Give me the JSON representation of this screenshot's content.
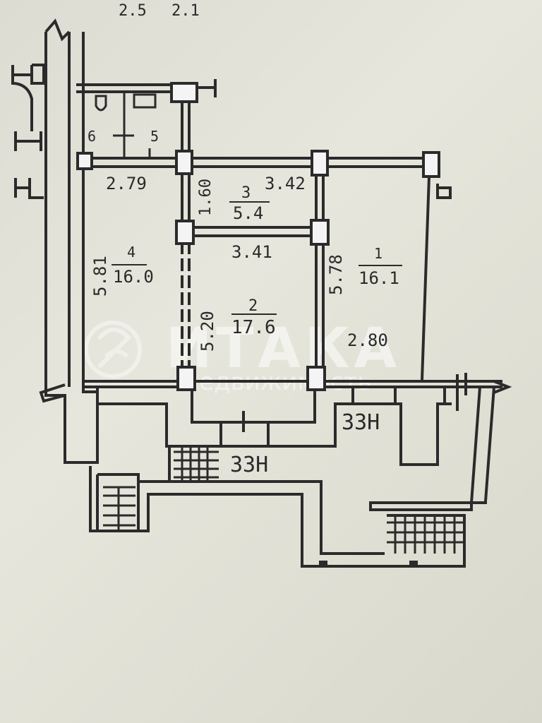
{
  "top_dims": {
    "a": "2.5",
    "b": "2.1"
  },
  "rooms": {
    "r1": {
      "num": "1",
      "area": "16.1"
    },
    "r2": {
      "num": "2",
      "area": "17.6"
    },
    "r3": {
      "num": "3",
      "area": "5.4"
    },
    "r4": {
      "num": "4",
      "area": "16.0"
    },
    "r5": {
      "num": "5"
    },
    "r6": {
      "num": "6"
    }
  },
  "dims": {
    "d279": "2.79",
    "d342": "3.42",
    "d160": "1.60",
    "d341": "3.41",
    "d581": "5.81",
    "d578": "5.78",
    "d520": "5.20",
    "d280": "2.80"
  },
  "labels": {
    "zzn1": "33H",
    "zzn2": "33H"
  },
  "watermark": {
    "brand": "ИТАКА",
    "sub": "недвижимость"
  },
  "colors": {
    "wall": "#2b2b2b",
    "paper": "#ececec",
    "wall_fill": "#f4f4f4"
  }
}
